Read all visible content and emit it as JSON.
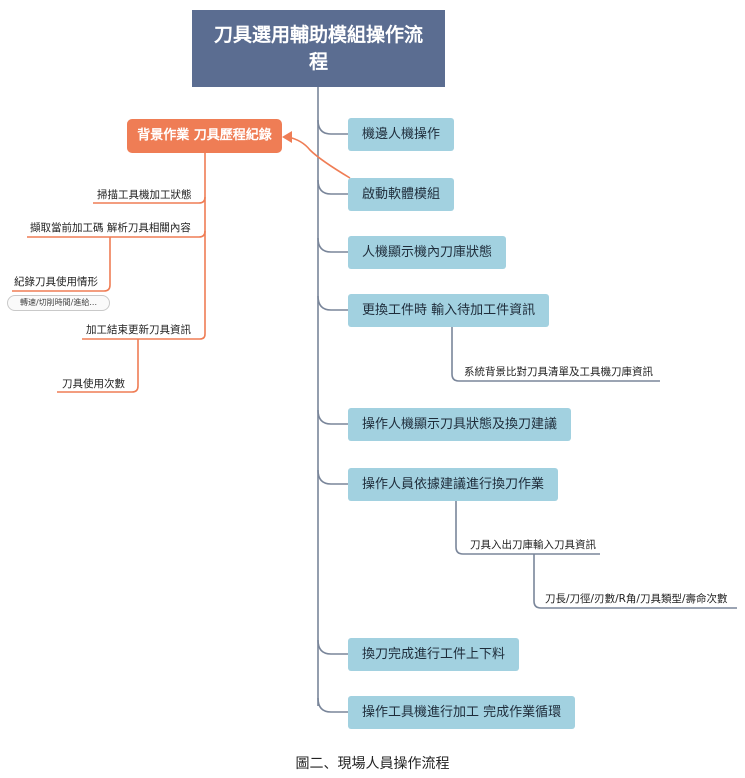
{
  "diagram": {
    "title": "刀具選用輔助模組操作流程",
    "steps": [
      "機邊人機操作",
      "啟動軟體模組",
      "人機顯示機內刀庫狀態",
      "更換工件時 輸入待加工件資訊",
      "操作人機顯示刀具狀態及換刀建議",
      "操作人員依據建議進行換刀作業",
      "換刀完成進行工件上下料",
      "操作工具機進行加工 完成作業循環"
    ],
    "step_subnotes": {
      "input_info_note": "系統背景比對刀具清單及工具機刀庫資訊",
      "tool_change_note": "刀具入出刀庫輸入刀具資訊",
      "tool_change_detail": "刀長/刀徑/刃數/R角/刀具類型/壽命次數"
    },
    "background": {
      "title": "背景作業 刀具歷程紀錄",
      "items": [
        "掃描工具機加工狀態",
        "擷取當前加工碼 解析刀具相關內容",
        "紀錄刀具使用情形",
        "加工結束更新刀具資訊",
        "刀具使用次數"
      ],
      "note": "轉速/切削時間/進給..."
    },
    "colors": {
      "root": "#5b6d91",
      "step": "#a2d1e0",
      "background_node": "#ef7d55",
      "connector_blue": "#7a869a",
      "connector_orange": "#ef7d55"
    }
  },
  "caption": "圖二、現場人員操作流程"
}
